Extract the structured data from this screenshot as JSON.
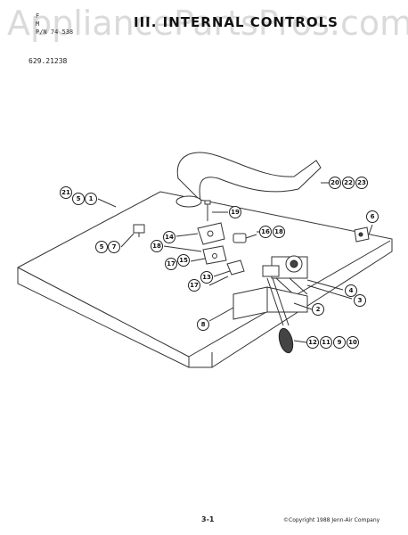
{
  "header": {
    "line1": "F",
    "line2": "M",
    "line3": "P/N 74 538",
    "title": "III. INTERNAL CONTROLS",
    "model": "629.21238",
    "watermark": "AppliancePartsPros.com"
  },
  "callouts": {
    "c21": "21",
    "c5a": "5",
    "c1": "1",
    "c20": "20",
    "c22": "22",
    "c23": "23",
    "c19": "19",
    "c6": "6",
    "c14": "14",
    "c16": "16",
    "c18a": "18",
    "c5b": "5",
    "c7": "7",
    "c18b": "18",
    "c17a": "17",
    "c15": "15",
    "c17b": "17",
    "c13": "13",
    "c4": "4",
    "c3": "3",
    "c2": "2",
    "c8": "8",
    "c12": "12",
    "c11": "11",
    "c9": "9",
    "c10": "10"
  },
  "footer": {
    "page": "3-1",
    "copyright": "©Copyright 1988 Jenn-Air Company"
  }
}
